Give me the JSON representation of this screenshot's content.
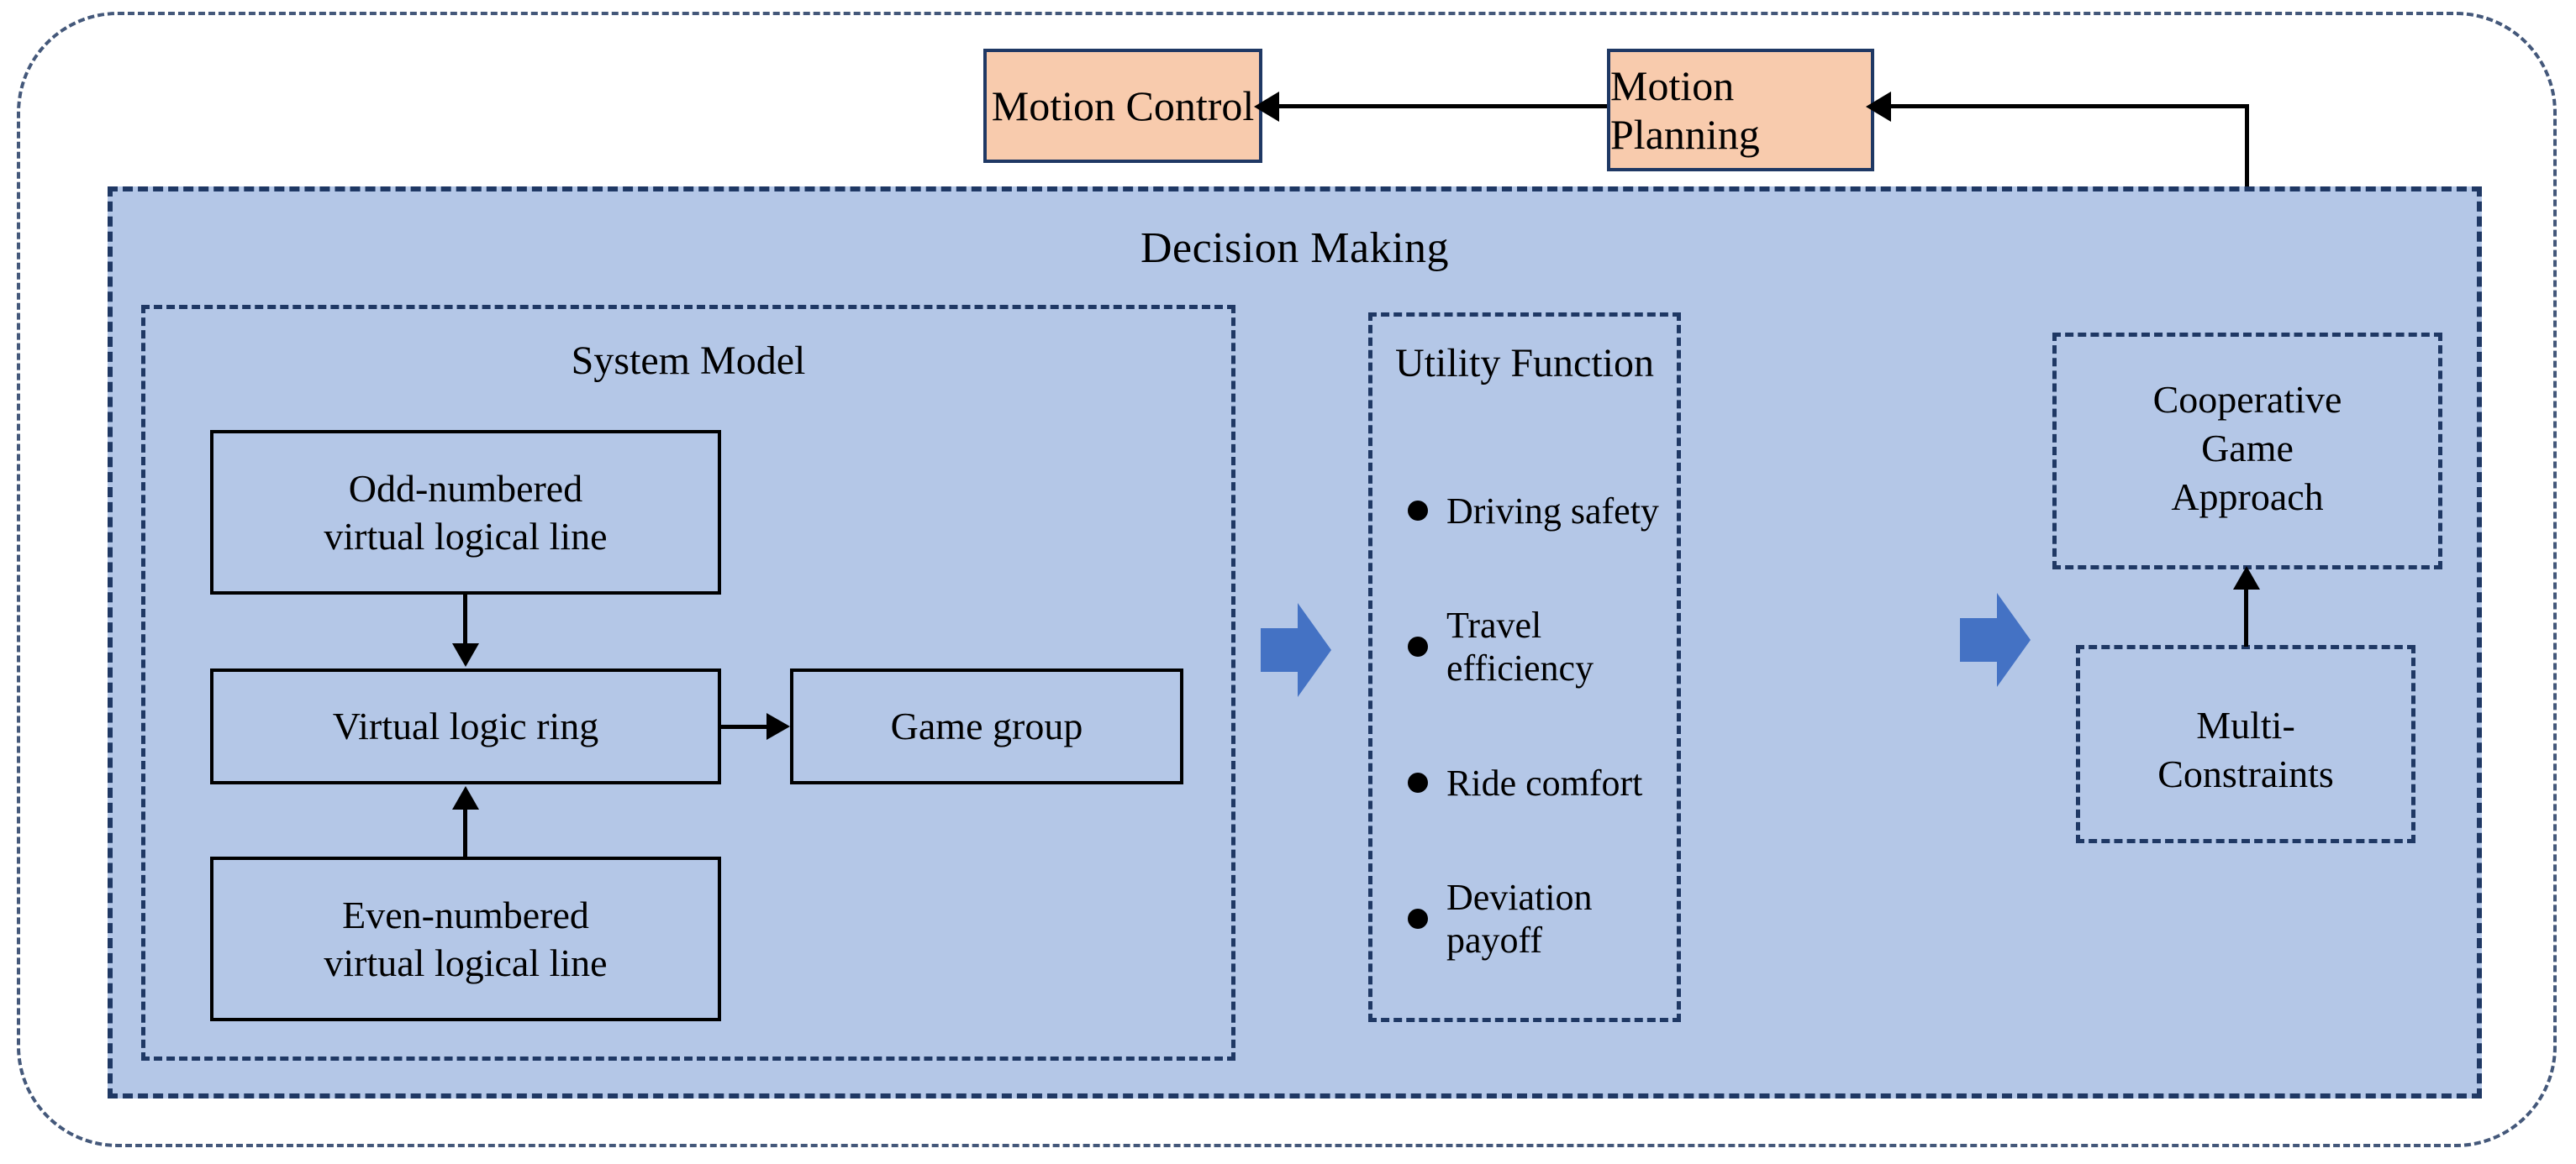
{
  "diagram": {
    "outer_label": "",
    "decision_panel": {
      "title": "Decision Making",
      "fill_color": "#b4c7e7",
      "border_color": "#1f3864"
    },
    "top_boxes": [
      {
        "id": "motion-control",
        "label": "Motion Control",
        "fill_color": "#f8cbad"
      },
      {
        "id": "motion-planning",
        "label": "Motion Planning",
        "fill_color": "#f8cbad"
      }
    ],
    "system_model": {
      "title": "System Model",
      "boxes": [
        {
          "id": "odd-line",
          "line1": "Odd-numbered",
          "line2": "virtual logical line"
        },
        {
          "id": "virtual-logic-ring",
          "line1": "Virtual logic ring",
          "line2": ""
        },
        {
          "id": "game-group",
          "line1": "Game group",
          "line2": ""
        },
        {
          "id": "even-line",
          "line1": "Even-numbered",
          "line2": "virtual logical line"
        }
      ]
    },
    "utility_function": {
      "title": "Utility Function",
      "items": [
        "Driving safety",
        "Travel efficiency",
        "Ride comfort",
        "Deviation payoff"
      ]
    },
    "cooperative_game": {
      "line1": "Cooperative",
      "line2": "Game",
      "line3": "Approach"
    },
    "multi_constraints": {
      "line1": "Multi-",
      "line2": "Constraints"
    },
    "accent_colors": {
      "blue_arrow": "#4472c4",
      "panel_fill": "#b4c7e7",
      "orange_fill": "#f8cbad",
      "dark_navy": "#1f3864"
    }
  }
}
